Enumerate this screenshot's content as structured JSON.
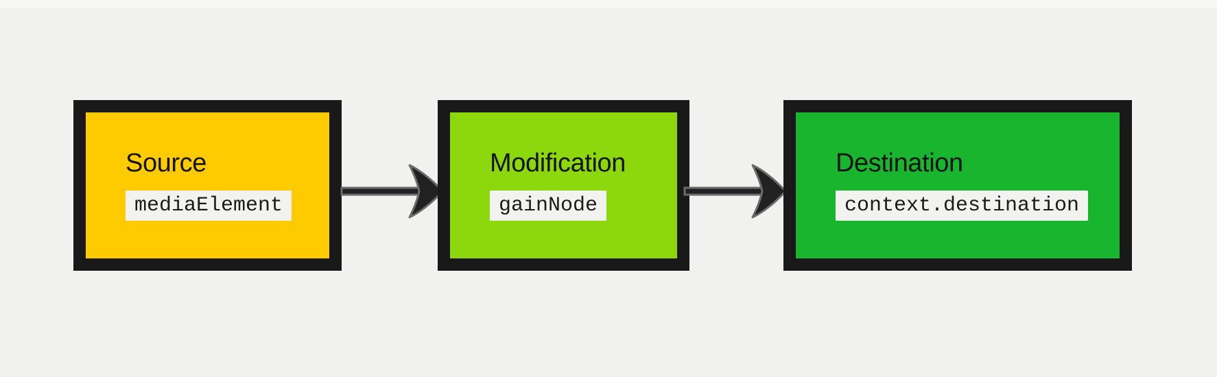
{
  "diagram": {
    "nodes": [
      {
        "id": "source",
        "label": "Source",
        "code": "mediaElement"
      },
      {
        "id": "modification",
        "label": "Modification",
        "code": "gainNode"
      },
      {
        "id": "destination",
        "label": "Destination",
        "code": "context.destination"
      }
    ],
    "arrows": [
      {
        "from": "source",
        "to": "modification"
      },
      {
        "from": "modification",
        "to": "destination"
      }
    ]
  },
  "colors": {
    "background": "#F1F1F0",
    "top_edge": "#F7F7F6",
    "box_border": "#191919",
    "label_text": "#141414",
    "code_text": "#1B1B1B",
    "code_chip_background": "#F2F2F0",
    "arrow_fill": "#212123",
    "arrow_outline": "#6B6B6B",
    "source_fill": "#FECB00",
    "modification_fill": "#8CD80D",
    "destination_fill": "#1AB52E"
  }
}
